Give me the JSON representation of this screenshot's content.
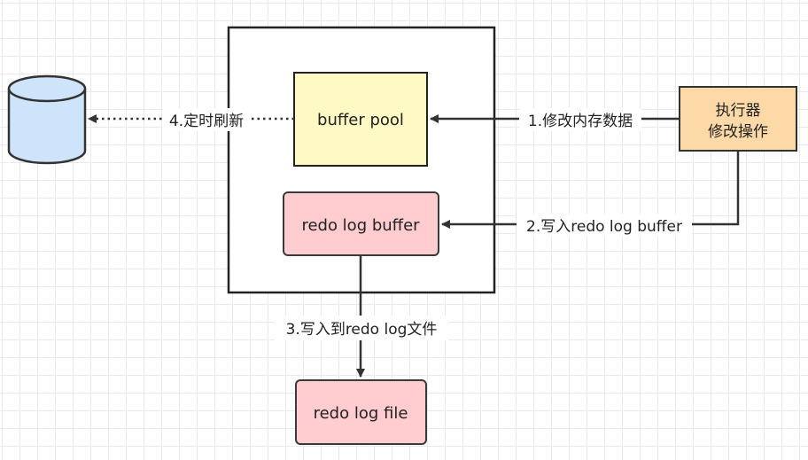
{
  "nodes": {
    "executor": {
      "line1": "执行器",
      "line2": "修改操作"
    },
    "buffer_pool": {
      "label": "buffer pool"
    },
    "redo_log_buffer": {
      "label": "redo log buffer"
    },
    "redo_log_file": {
      "label": "redo log file"
    }
  },
  "edges": {
    "step1": "1.修改内存数据",
    "step2": "2.写入redo log buffer",
    "step3": "3.写入到redo log文件",
    "step4": "4.定时刷新"
  },
  "colors": {
    "buffer_pool_fill": "#fff9c4",
    "redo_fill": "#ffccd0",
    "redo_stroke": "#3a3a3a",
    "executor_fill": "#fcd9a6",
    "database_fill": "#cde4fa",
    "line": "#333333"
  }
}
